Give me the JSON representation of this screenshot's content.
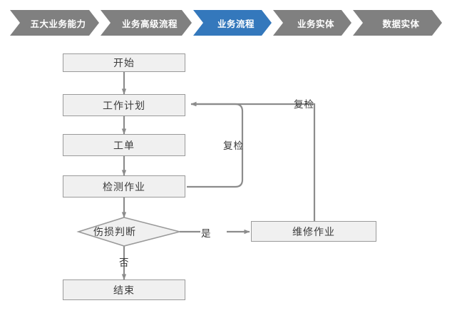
{
  "breadcrumb": {
    "name": "business-process-breadcrumb",
    "active_index": 2,
    "colors": {
      "inactive": "#808080",
      "active": "#3478BC",
      "text": "#ffffff"
    },
    "items": [
      {
        "label": "五大业务能力",
        "active": false
      },
      {
        "label": "业务高级流程",
        "active": false
      },
      {
        "label": "业务流程",
        "active": true
      },
      {
        "label": "业务实体",
        "active": false
      },
      {
        "label": "数据实体",
        "active": false
      }
    ]
  },
  "flowchart": {
    "title": "业务流程",
    "colors": {
      "node_fill": "#F0F0F0",
      "node_border": "#9a9a9a",
      "connector": "#8c8c8c",
      "text": "#3b3b3b",
      "background": "#ffffff"
    },
    "nodes": [
      {
        "id": "start",
        "type": "process",
        "label": "开始"
      },
      {
        "id": "work_plan",
        "type": "process",
        "label": "工作计划"
      },
      {
        "id": "work_order",
        "type": "process",
        "label": "工单"
      },
      {
        "id": "inspection",
        "type": "process",
        "label": "检测作业"
      },
      {
        "id": "judgment",
        "type": "decision",
        "label": "伤损判断"
      },
      {
        "id": "repair",
        "type": "process",
        "label": "维修作业"
      },
      {
        "id": "end",
        "type": "process",
        "label": "结束"
      }
    ],
    "edge_labels": {
      "yes": "是",
      "no": "否",
      "recheck_inner": "复检",
      "recheck_outer": "复检"
    },
    "edges": [
      {
        "from": "start",
        "to": "work_plan",
        "label": ""
      },
      {
        "from": "work_plan",
        "to": "work_order",
        "label": ""
      },
      {
        "from": "work_order",
        "to": "inspection",
        "label": ""
      },
      {
        "from": "inspection",
        "to": "judgment",
        "label": ""
      },
      {
        "from": "judgment",
        "to": "repair",
        "label": "是"
      },
      {
        "from": "judgment",
        "to": "end",
        "label": "否"
      },
      {
        "from": "inspection",
        "to": "work_plan",
        "label": "复检"
      },
      {
        "from": "repair",
        "to": "work_plan",
        "label": "复检"
      }
    ]
  }
}
